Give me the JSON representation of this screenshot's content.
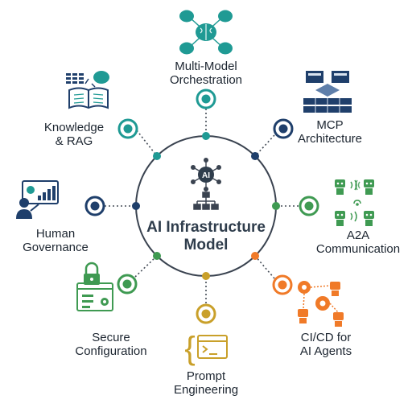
{
  "center": {
    "line1": "AI Infrastructure",
    "line2": "Model",
    "badge": "AI"
  },
  "nodes": [
    {
      "id": "multi-model",
      "line1": "Multi-Model",
      "line2": "Orchestration",
      "color": "#1f9a94",
      "icon": "brain-network-icon"
    },
    {
      "id": "mcp",
      "line1": "MCP",
      "line2": "Architecture",
      "color": "#1f3f6b",
      "icon": "server-architecture-icon"
    },
    {
      "id": "a2a",
      "line1": "A2A",
      "line2": "Communication",
      "color": "#3f9a52",
      "icon": "robot-network-icon"
    },
    {
      "id": "cicd",
      "line1": "CI/CD for",
      "line2": "AI Agents",
      "color": "#f07a28",
      "icon": "gear-robot-icon"
    },
    {
      "id": "prompt",
      "line1": "Prompt",
      "line2": "Engineering",
      "color": "#c9a02a",
      "icon": "code-brackets-icon"
    },
    {
      "id": "secure",
      "line1": "Secure",
      "line2": "Configuration",
      "color": "#3f9a52",
      "icon": "lock-settings-icon"
    },
    {
      "id": "human",
      "line1": "Human",
      "line2": "Governance",
      "color": "#1f3f6b",
      "icon": "presenter-dashboard-icon"
    },
    {
      "id": "knowledge",
      "line1": "Knowledge",
      "line2": "& RAG",
      "color": "#1f9a94",
      "icon": "book-brain-icon"
    }
  ],
  "colors": {
    "ring": "#3a4350",
    "navy": "#1f3f6b",
    "teal": "#1f9a94",
    "green": "#3f9a52",
    "orange": "#f07a28",
    "gold": "#c9a02a"
  }
}
